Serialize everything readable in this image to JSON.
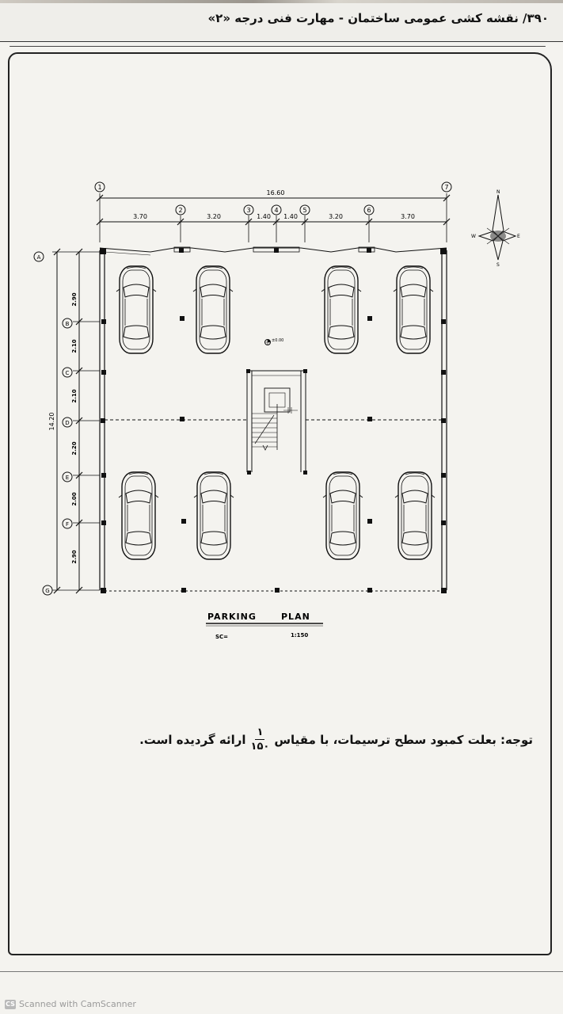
{
  "header": {
    "title": "۳۹۰/ نقشه کشی عمومی ساختمان - مهارت فنی درجه «۲»"
  },
  "plan": {
    "total_dimension": "16.60",
    "horizontal_dimensions": [
      "3.70",
      "3.20",
      "1.40",
      "1.40",
      "3.20",
      "3.70"
    ],
    "vertical_total": "14.20",
    "vertical_dimensions": [
      "2.90",
      "2.10",
      "2.10",
      "2.20",
      "2.00",
      "2.90"
    ],
    "column_axes": [
      "1",
      "2",
      "3",
      "4",
      "5",
      "6",
      "7"
    ],
    "row_axes": [
      "A",
      "B",
      "C",
      "D",
      "E",
      "F",
      "G"
    ],
    "level_mark": "±0.00",
    "compass": {
      "n": "N",
      "s": "S",
      "e": "E",
      "w": "W"
    },
    "title": "PARKING PLAN",
    "title_word1": "PARKING",
    "title_word2": "PLAN",
    "scale_label": "SC=",
    "scale_value": "1:150"
  },
  "note": {
    "prefix": "توجه: بعلت کمبود سطح ترسیمات، با مقیاس",
    "fraction_numerator": "۱",
    "fraction_denominator": "۱۵۰",
    "suffix": "ارائه گردیده است."
  },
  "footer": {
    "icon_text": "CS",
    "watermark": "Scanned with CamScanner"
  }
}
